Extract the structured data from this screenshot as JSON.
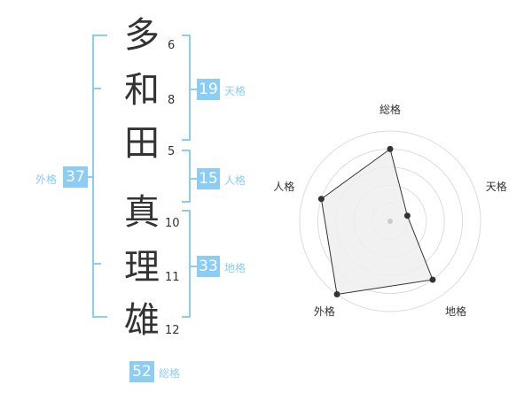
{
  "name": {
    "chars": [
      {
        "char": "多",
        "strokes": "6"
      },
      {
        "char": "和",
        "strokes": "8"
      },
      {
        "char": "田",
        "strokes": "5"
      },
      {
        "char": "真",
        "strokes": "10"
      },
      {
        "char": "理",
        "strokes": "11"
      },
      {
        "char": "雄",
        "strokes": "12"
      }
    ]
  },
  "fortunes": {
    "tenkaku": {
      "value": "19",
      "label": "天格"
    },
    "jinkaku": {
      "value": "15",
      "label": "人格"
    },
    "chikaku": {
      "value": "33",
      "label": "地格"
    },
    "gaikaku": {
      "value": "37",
      "label": "外格"
    },
    "soukaku": {
      "value": "52",
      "label": "総格"
    }
  },
  "colors": {
    "accent": "#8ccdf5",
    "text": "#333333",
    "grid": "#dddddd",
    "radar_fill": "#eeeeee",
    "radar_line": "#333333"
  },
  "chart_data": {
    "type": "radar",
    "axes": [
      "総格",
      "天格",
      "地格",
      "外格",
      "人格"
    ],
    "values": [
      4,
      1,
      4,
      5,
      4
    ],
    "rmax": 5,
    "rings": 5,
    "grid": true
  }
}
